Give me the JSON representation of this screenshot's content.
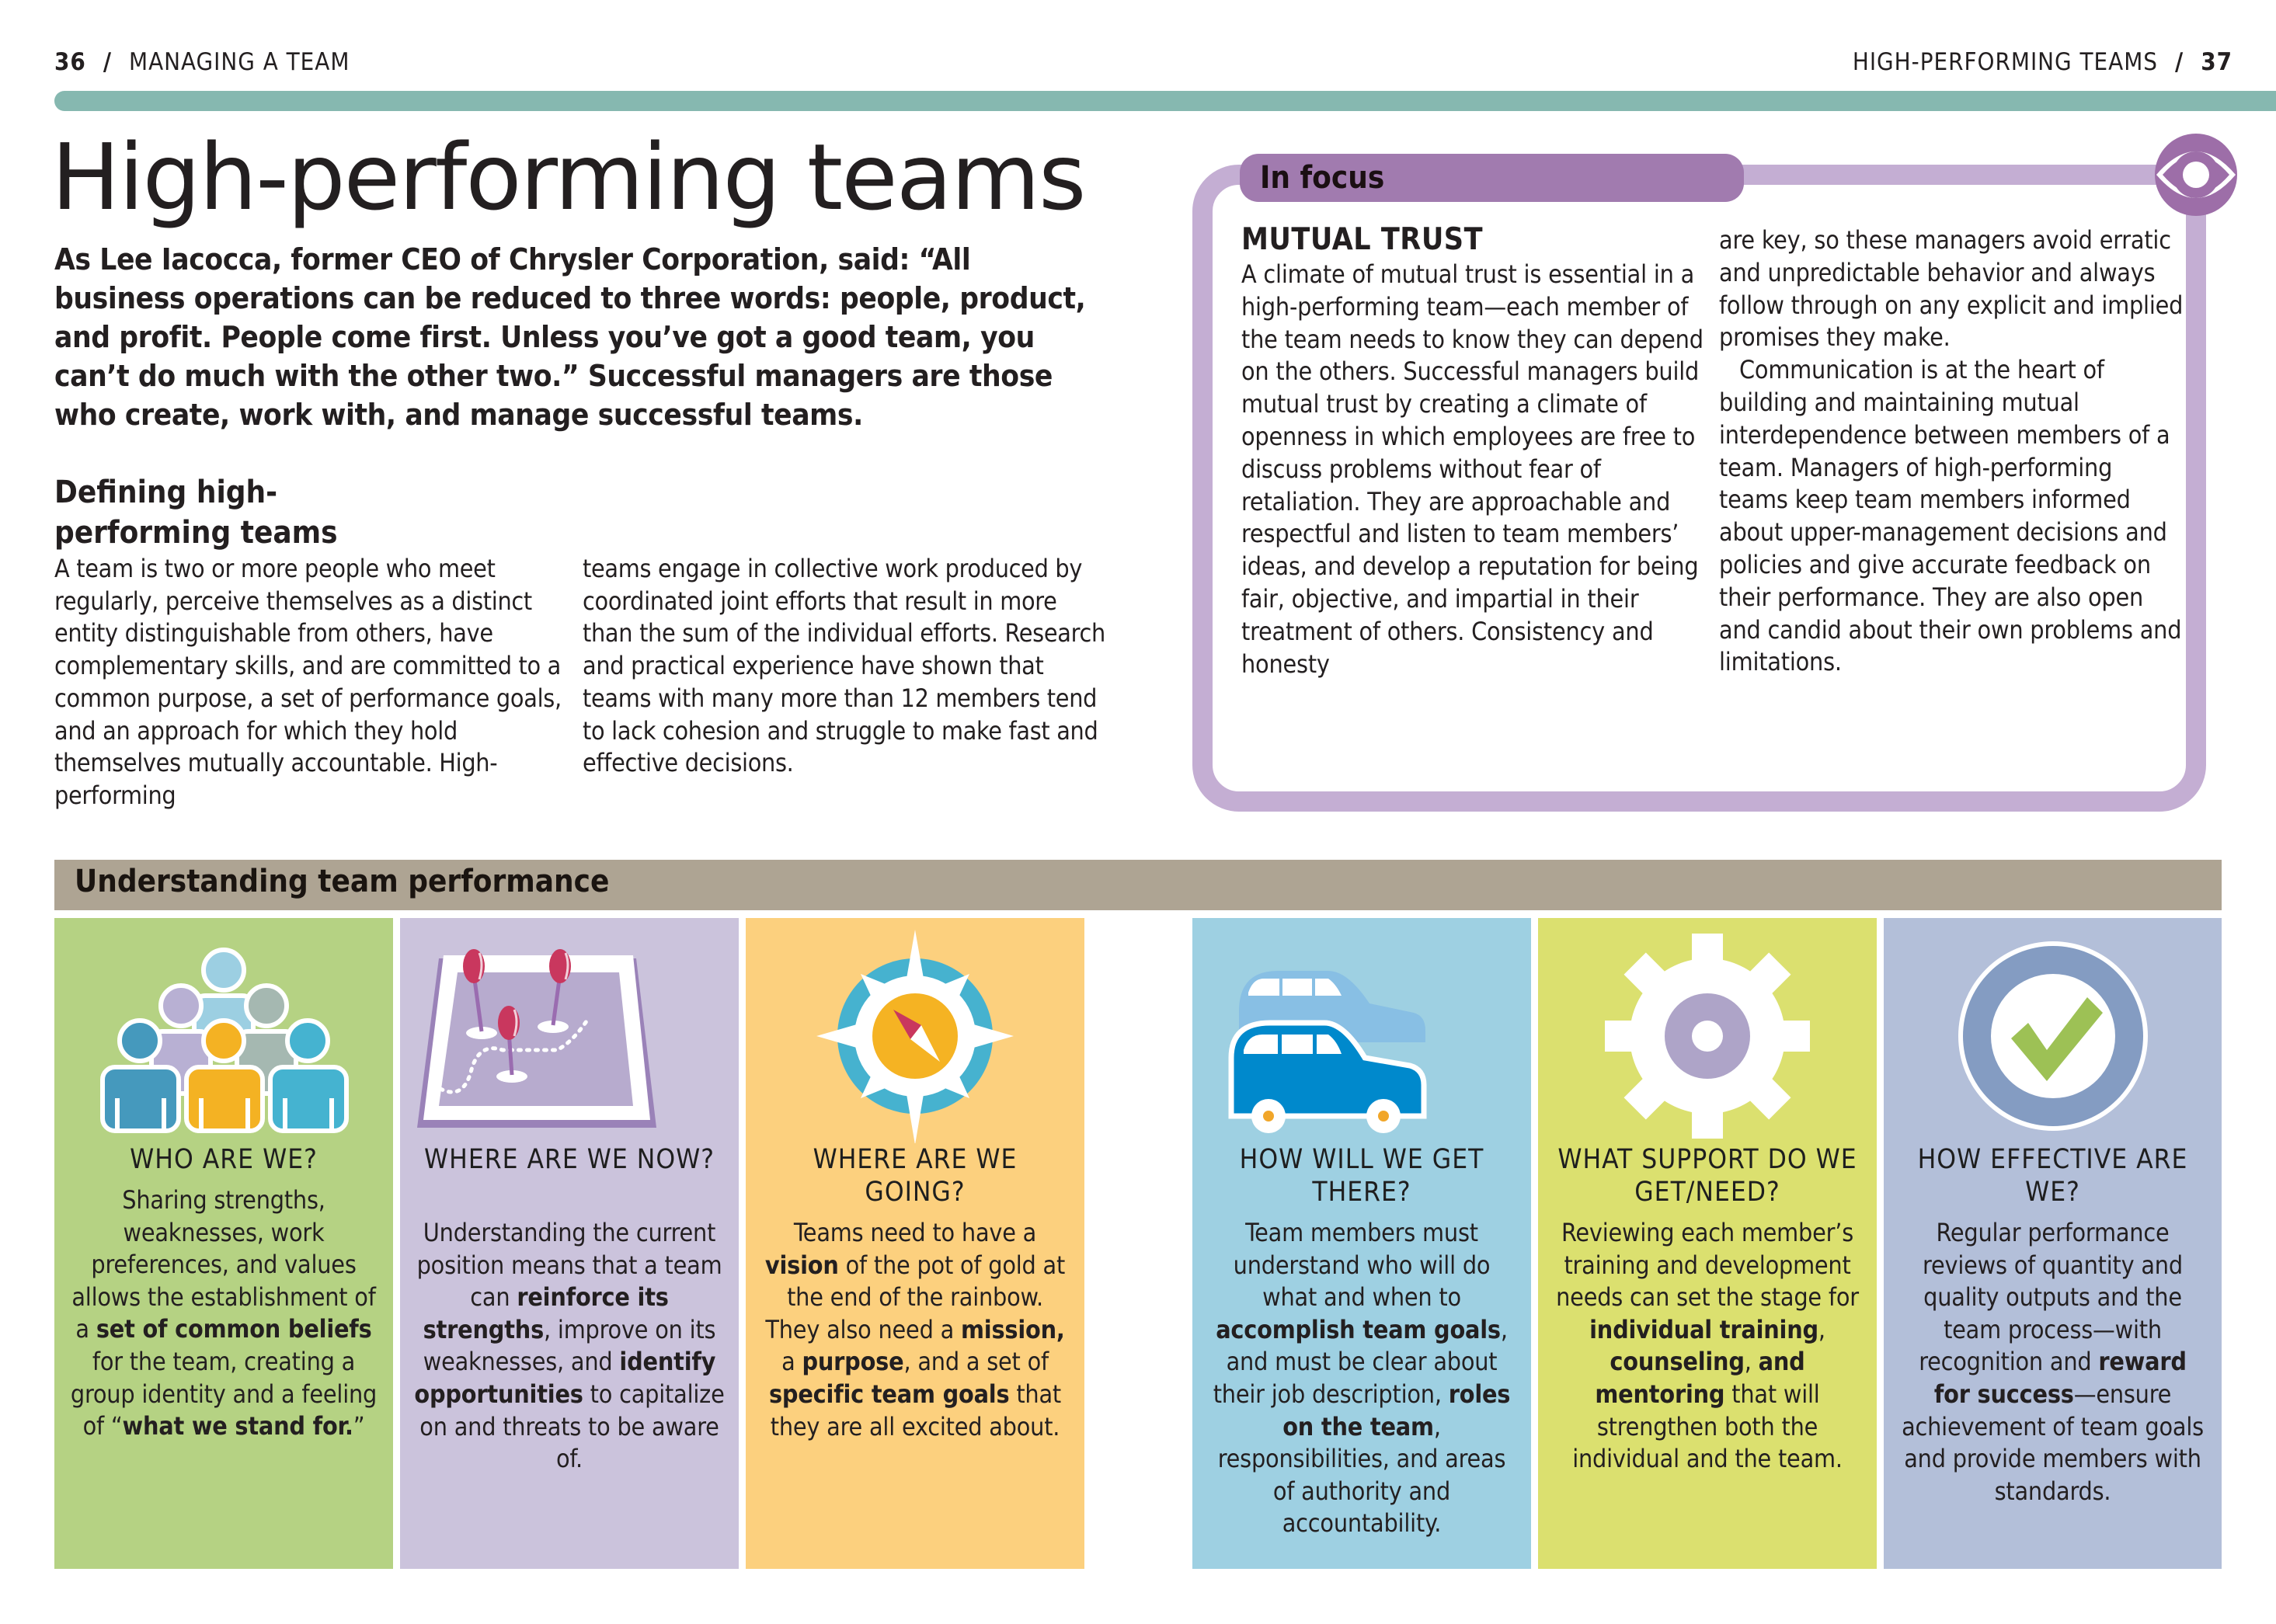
{
  "header": {
    "left": {
      "page_number": "36",
      "section": "MANAGING A TEAM"
    },
    "right": {
      "page_number": "37",
      "section": "HIGH-PERFORMING TEAMS"
    },
    "bar_color": "#86b8b0"
  },
  "title": "High-performing teams",
  "intro": "As Lee Iacocca, former CEO of Chrysler Corporation, said: “All business operations can be reduced to three words: people, product, and profit. People come first. Unless you’ve got a good team, you can’t do much with the other two.” Successful managers are those who create, work with, and manage successful teams.",
  "defining": {
    "heading": "Defining high-performing teams",
    "col_a": "A team is two or more people who meet regularly, perceive themselves as a distinct entity distinguishable from others, have complementary skills, and are committed to a common purpose, a set of performance goals, and an approach for which they hold themselves mutually accountable. High-performing",
    "col_b": "teams engage in collective work produced by coordinated joint efforts that result in more than the sum of the individual efforts. Research and practical experience have shown that teams with many more than 12 members tend to lack cohesion and struggle to make fast and effective decisions."
  },
  "in_focus": {
    "label": "In focus",
    "icon": "eye-icon",
    "heading": "MUTUAL TRUST",
    "col_a": "A climate of mutual trust is essential in a high-performing team—each member of the team needs to know they can depend on the others. Successful managers build mutual trust by creating a climate of openness in which employees are free to discuss problems without fear of retaliation. They are approachable and respectful and listen to team members’ ideas, and develop a reputation for being fair, objective, and impartial in their treatment of others. Consistency and honesty",
    "col_b_p1": "are key, so these managers avoid erratic and unpredictable behavior and always follow through on any explicit and implied promises they make.",
    "col_b_p2": "Communication is at the heart of building and maintaining mutual interdependence between members of a team. Managers of high-performing teams keep team members informed about upper-management decisions and policies and give accurate feedback on their performance. They are also open and candid about their own problems and limitations.",
    "colors": {
      "frame": "#c4aed3",
      "pill": "#a17baf"
    }
  },
  "understanding": {
    "heading": "Understanding team performance",
    "banner_color": "#aea493",
    "panels": [
      {
        "icon": "team-people-icon",
        "color": "#b5d283",
        "title": "WHO ARE WE?",
        "parts": [
          {
            "t": "Sharing strengths, weaknesses, work preferences, and values allows the establishment of a "
          },
          {
            "t": "set of common beliefs",
            "b": true
          },
          {
            "t": " for the team, creating a group identity and a feeling of “"
          },
          {
            "t": "what we stand for.",
            "b": true
          },
          {
            "t": "”"
          }
        ]
      },
      {
        "icon": "map-pins-icon",
        "color": "#cbc3dc",
        "title": "WHERE ARE WE NOW?",
        "parts": [
          {
            "t": "Understanding the current position means that a team can "
          },
          {
            "t": "reinforce its strengths",
            "b": true
          },
          {
            "t": ", improve on its weaknesses, and "
          },
          {
            "t": "identify opportunities",
            "b": true
          },
          {
            "t": " to capitalize on and threats to be aware of."
          }
        ]
      },
      {
        "icon": "compass-icon",
        "color": "#fcd07e",
        "title": "WHERE ARE WE GOING?",
        "parts": [
          {
            "t": "Teams need to have a "
          },
          {
            "t": "vision",
            "b": true
          },
          {
            "t": " of the pot of gold at the end of the rainbow. They also need a "
          },
          {
            "t": "mission,",
            "b": true
          },
          {
            "t": " a "
          },
          {
            "t": "purpose",
            "b": true
          },
          {
            "t": ", and a set of "
          },
          {
            "t": "specific team goals",
            "b": true
          },
          {
            "t": " that they are all excited about."
          }
        ]
      },
      {
        "icon": "cars-icon",
        "color": "#9ed0e2",
        "title": "HOW WILL WE GET THERE?",
        "parts": [
          {
            "t": "Team members must understand who will do what and when to "
          },
          {
            "t": "accomplish team goals",
            "b": true
          },
          {
            "t": ", and must be clear about their job description, "
          },
          {
            "t": "roles on the team",
            "b": true
          },
          {
            "t": ", responsibilities, and areas of authority and accountability."
          }
        ]
      },
      {
        "icon": "gear-icon",
        "color": "#dbe06f",
        "title": "WHAT SUPPORT DO WE GET/NEED?",
        "parts": [
          {
            "t": "Reviewing each member’s training and development needs can set the stage for "
          },
          {
            "t": "individual training",
            "b": true
          },
          {
            "t": ", "
          },
          {
            "t": "counseling",
            "b": true
          },
          {
            "t": ", "
          },
          {
            "t": "and mentoring",
            "b": true
          },
          {
            "t": " that will strengthen both the individual and the team."
          }
        ]
      },
      {
        "icon": "checkmark-badge-icon",
        "color": "#b3bfd9",
        "title": "HOW EFFECTIVE ARE WE?",
        "parts": [
          {
            "t": "Regular performance reviews of quantity and quality outputs and the team process—with recognition and "
          },
          {
            "t": "reward for success",
            "b": true
          },
          {
            "t": "—ensure achievement of team goals and provide members with standards."
          }
        ]
      }
    ]
  }
}
